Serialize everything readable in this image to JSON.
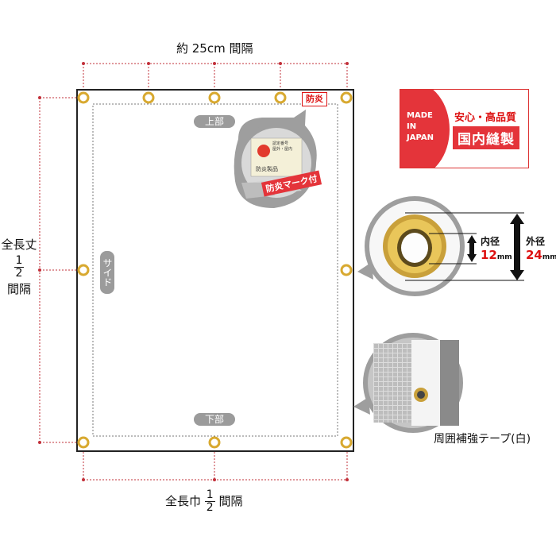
{
  "top_dimension": {
    "label": "約 25cm 間隔"
  },
  "left_dimension": {
    "prefix": "全長丈",
    "numerator": "1",
    "denominator": "2",
    "suffix": "間隔"
  },
  "bottom_dimension": {
    "prefix": "全長巾",
    "numerator": "1",
    "denominator": "2",
    "suffix": "間隔"
  },
  "sheet": {
    "top_label": "上部",
    "bottom_label": "下部",
    "side_label": "サイド",
    "fireproof_badge": "防炎"
  },
  "fire_mark_callout": {
    "ribbon": "防炎マーク付",
    "label_small_1": "防炎製品",
    "label_small_2": "認定番号",
    "label_small_3": "屋外・屋内"
  },
  "made_in_japan": {
    "line1": "MADE",
    "line2": "IN",
    "line3": "JAPAN",
    "tagline": "安心・高品質",
    "headline": "国内縫製"
  },
  "grommet": {
    "inner_label": "内径",
    "inner_value": "12",
    "inner_unit": "mm",
    "outer_label": "外径",
    "outer_value": "24",
    "outer_unit": "mm"
  },
  "tape_caption": "周囲補強テープ(白)",
  "colors": {
    "dimension_line": "#c2303a",
    "accent_red": "#e4343a",
    "grommet_gold": "#d8a930",
    "badge_gray": "#9b9b9b"
  }
}
